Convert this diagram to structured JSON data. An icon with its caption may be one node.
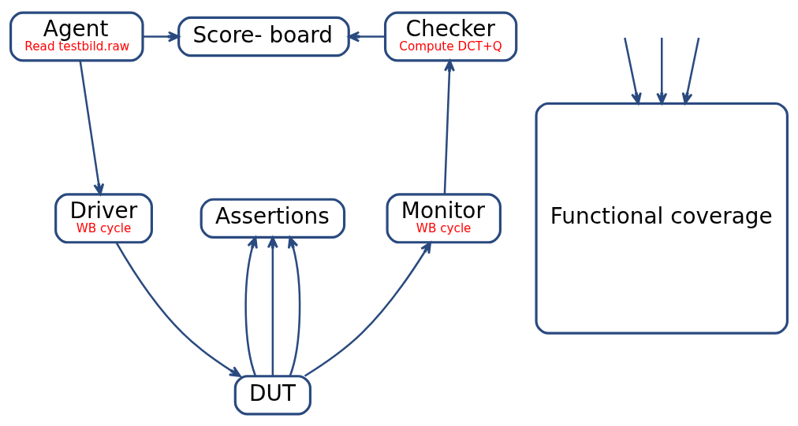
{
  "diagram": {
    "nodes": [
      {
        "text": [
          "Agent",
          "Read testbild.raw"
        ]
      },
      {
        "text": [
          "Score- board"
        ]
      },
      {
        "text": [
          "Checker",
          "Compute DCT+Q"
        ]
      },
      {
        "text": [
          "Functional coverage"
        ]
      },
      {
        "text": [
          "Driver",
          "WB cycle"
        ]
      },
      {
        "text": [
          "Assertions"
        ]
      },
      {
        "text": [
          "Monitor",
          "WB cycle"
        ]
      },
      {
        "text": [
          "DUT"
        ]
      }
    ],
    "edges": [
      {
        "from": 0,
        "to": 1,
        "arrow": "to"
      },
      {
        "from": 2,
        "to": 1,
        "arrow": "to"
      },
      {
        "from": 0,
        "to": 4,
        "arrow": "to"
      },
      {
        "from": 6,
        "to": 2,
        "arrow": "to"
      },
      {
        "from": null,
        "to": 3,
        "arrow": "to"
      },
      {
        "from": null,
        "to": 3,
        "arrow": "to"
      },
      {
        "from": null,
        "to": 3,
        "arrow": "to"
      },
      {
        "from": 7,
        "to": 5,
        "arrow": "to"
      },
      {
        "from": 7,
        "to": 5,
        "arrow": "to"
      },
      {
        "from": 7,
        "to": 5,
        "arrow": "to"
      },
      {
        "from": 4,
        "to": 7,
        "arrow": "to"
      },
      {
        "from": 7,
        "to": 6,
        "arrow": "to"
      }
    ]
  }
}
